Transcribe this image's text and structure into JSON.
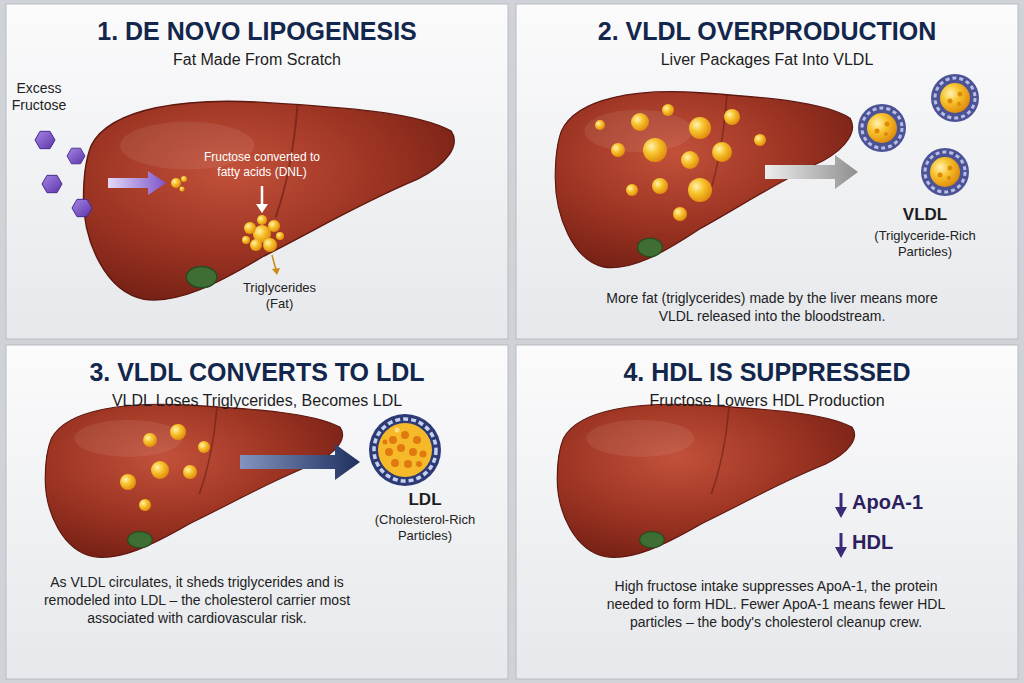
{
  "diagram": {
    "nodes": [
      {
        "text": [
          "1. DE NOVO LIPOGENESIS",
          "Fat Made From Scratch"
        ]
      },
      {
        "text": [
          "2. VLDL OVERPRODUCTION",
          "Liver Packages Fat Into VLDL",
          "More fat (triglycerides) made by the liver means more VLDL released into the bloodstream."
        ]
      },
      {
        "text": [
          "3. VLDL CONVERTS TO LDL",
          "VLDL Loses Triglycerides, Becomes LDL",
          "As VLDL circulates, it sheds triglycerides and is remodeled into LDL – the cholesterol carrier most associated with cardiovascular risk."
        ]
      },
      {
        "text": [
          "4. HDL IS SUPPRESSED",
          "Fructose Lowers HDL Production",
          "High fructose intake suppresses ApoA-1, the protein needed to form HDL. Fewer ApoA-1 means fewer HDL particles – the body's cholesterol cleanup crew."
        ]
      }
    ],
    "labels": [
      "Excess Fructose",
      "Fructose converted to fatty acids (DNL)",
      "Triglycerides (Fat)",
      "VLDL",
      "(Triglyceride-Rich Particles)",
      "LDL",
      "(Cholesterol-Rich Particles)",
      "ApoA-1",
      "HDL"
    ]
  }
}
